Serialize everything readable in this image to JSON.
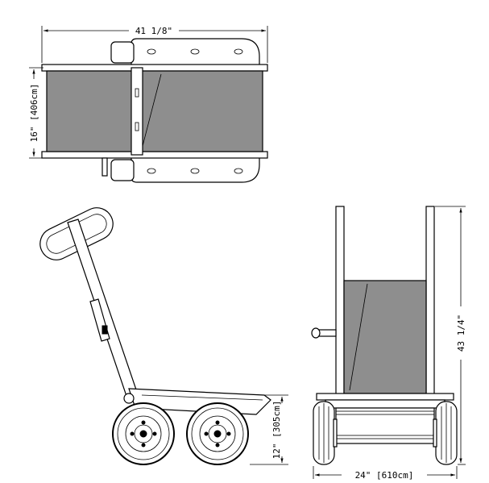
{
  "dimensions": {
    "top_width": "41 1/8\"",
    "top_height": "16\" [406cm]",
    "side_height": "12\" [305cm]",
    "front_height": "43 1/4\"",
    "front_width": "24\" [610cm]"
  },
  "colors": {
    "panel": "#8e8e8e",
    "line": "#000000",
    "background": "#ffffff"
  }
}
